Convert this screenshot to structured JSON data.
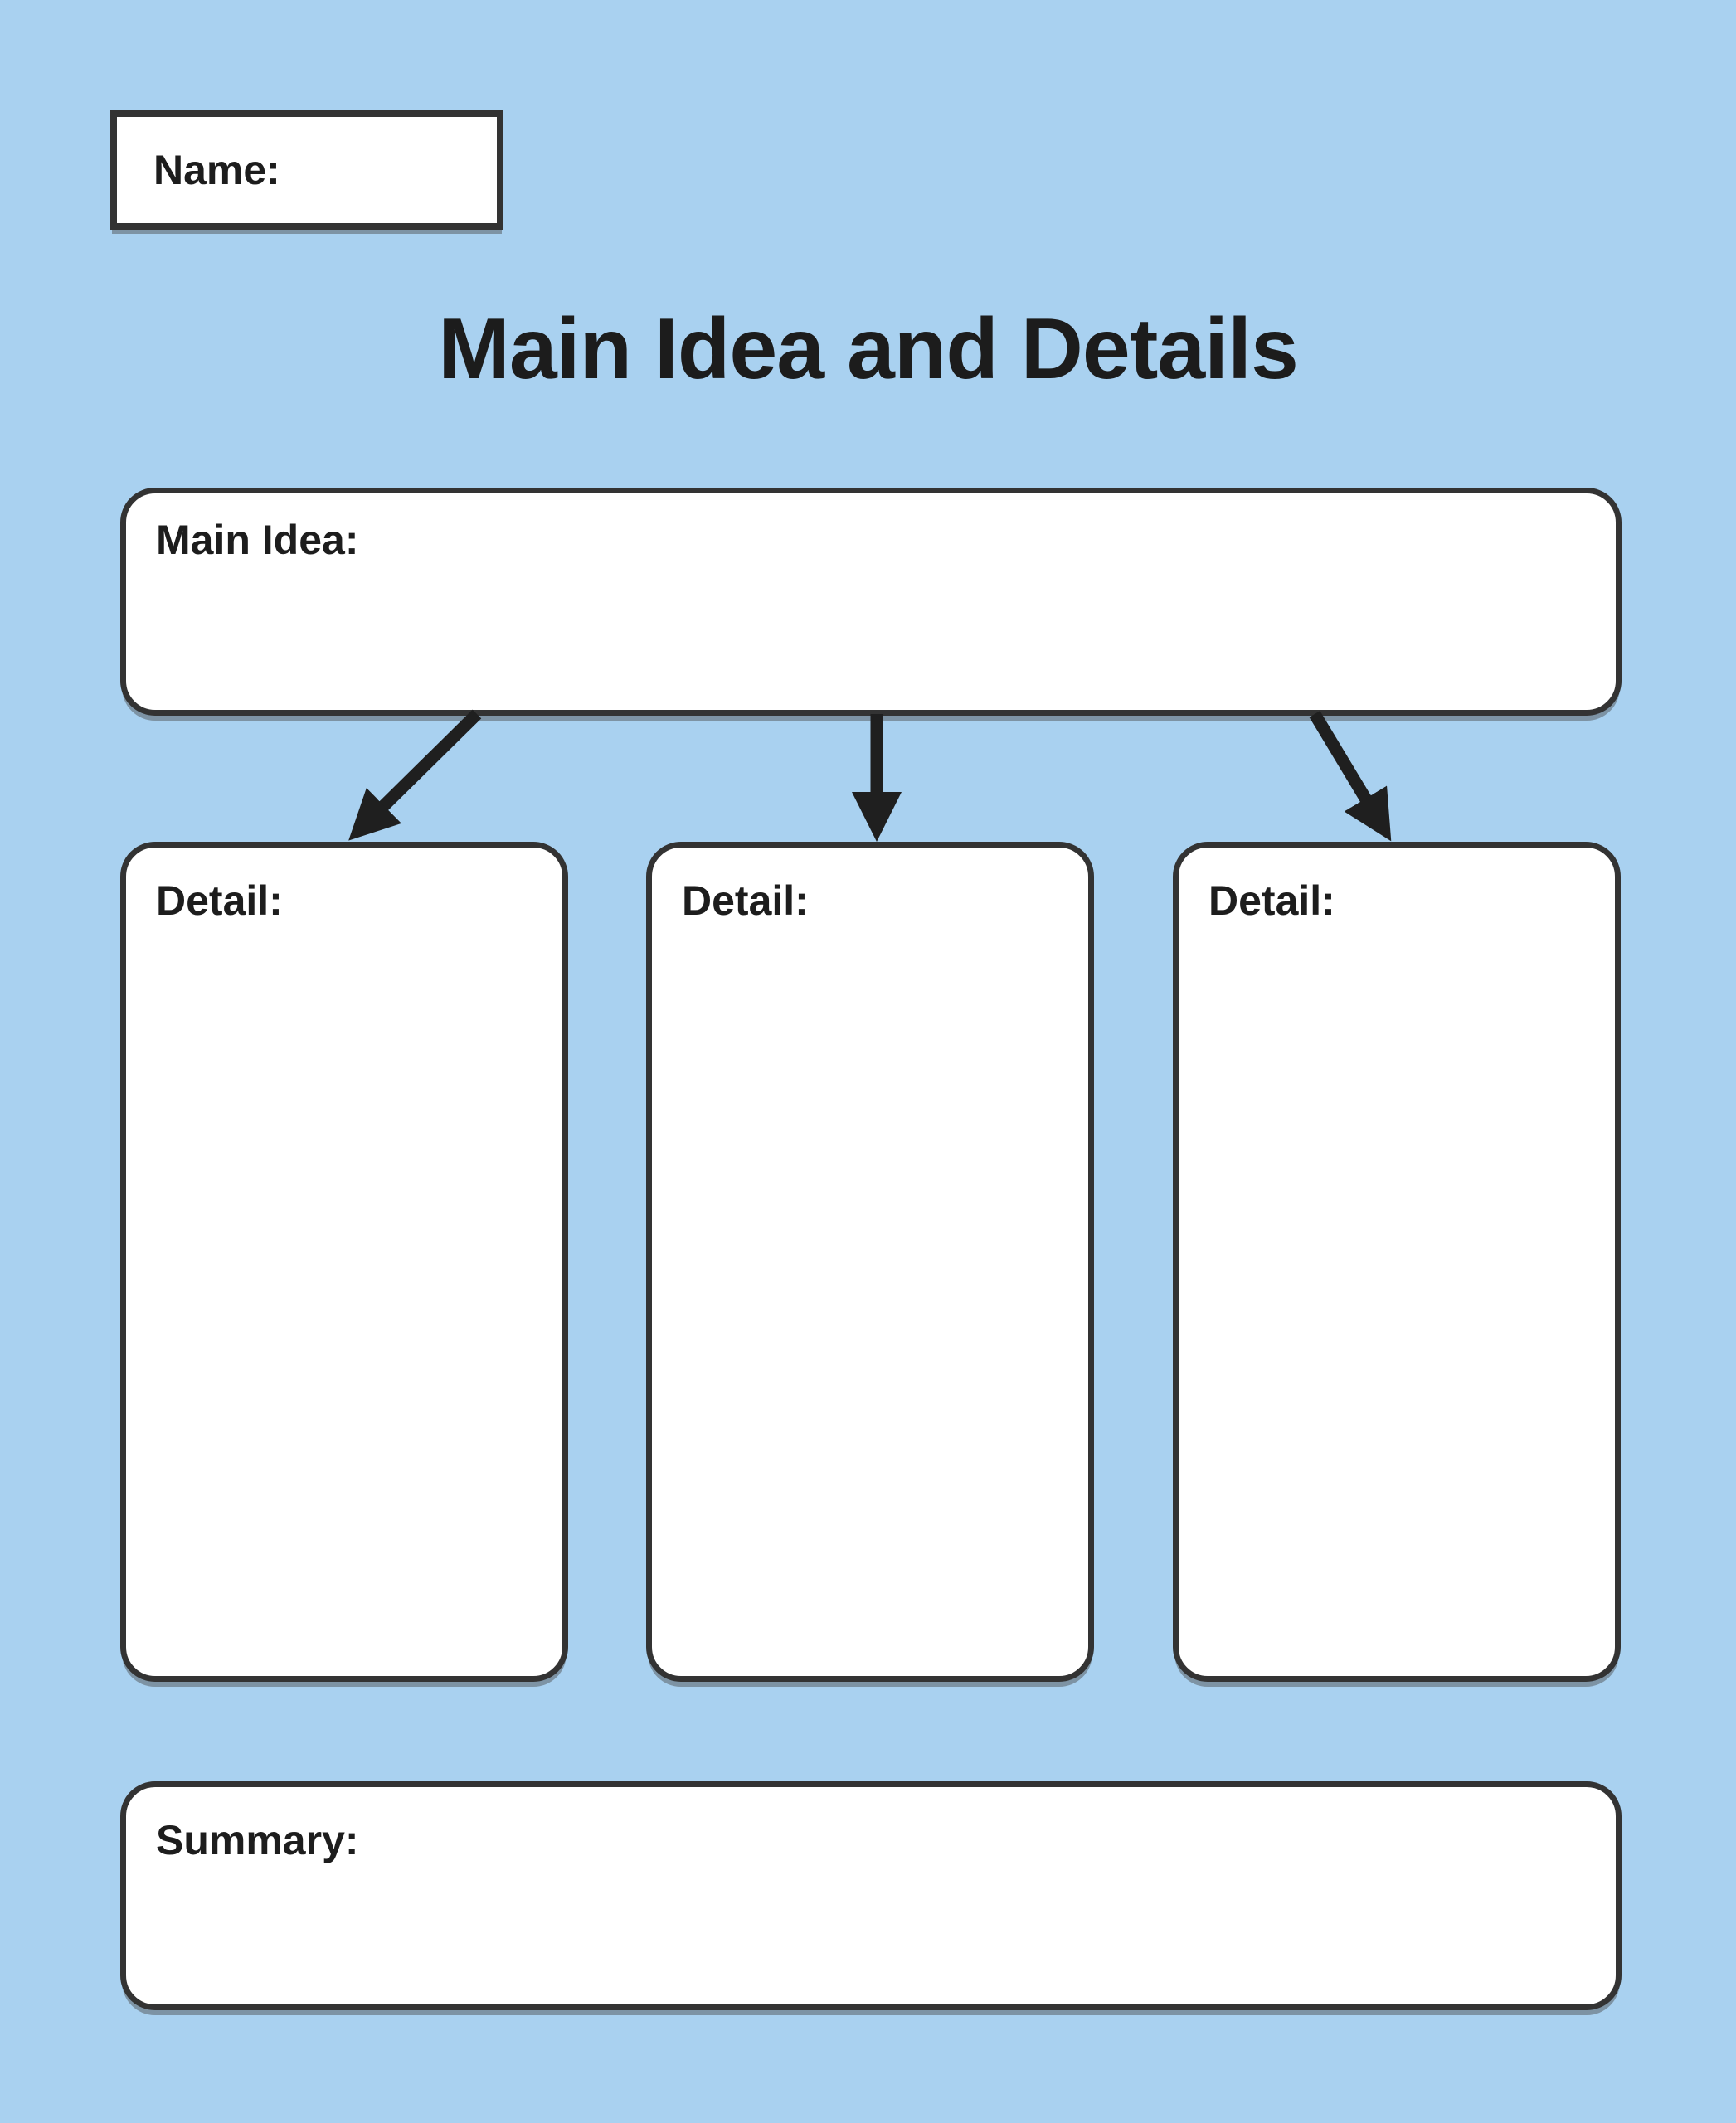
{
  "page": {
    "background_color": "#A9D1F0",
    "border_color": "#333333",
    "text_color": "#1d1d1d",
    "arrow_color": "#1f1f1f",
    "box_fill": "#ffffff"
  },
  "name_field": {
    "label": "Name:",
    "value": ""
  },
  "title": "Main Idea and Details",
  "main_idea": {
    "label": "Main Idea:",
    "value": ""
  },
  "details": [
    {
      "label": "Detail:",
      "value": ""
    },
    {
      "label": "Detail:",
      "value": ""
    },
    {
      "label": "Detail:",
      "value": ""
    }
  ],
  "summary": {
    "label": "Summary:",
    "value": ""
  },
  "icons": [
    {
      "name": "arrow-down-left",
      "meaning": "main idea points to detail 1"
    },
    {
      "name": "arrow-down",
      "meaning": "main idea points to detail 2"
    },
    {
      "name": "arrow-down-right",
      "meaning": "main idea points to detail 3"
    }
  ]
}
